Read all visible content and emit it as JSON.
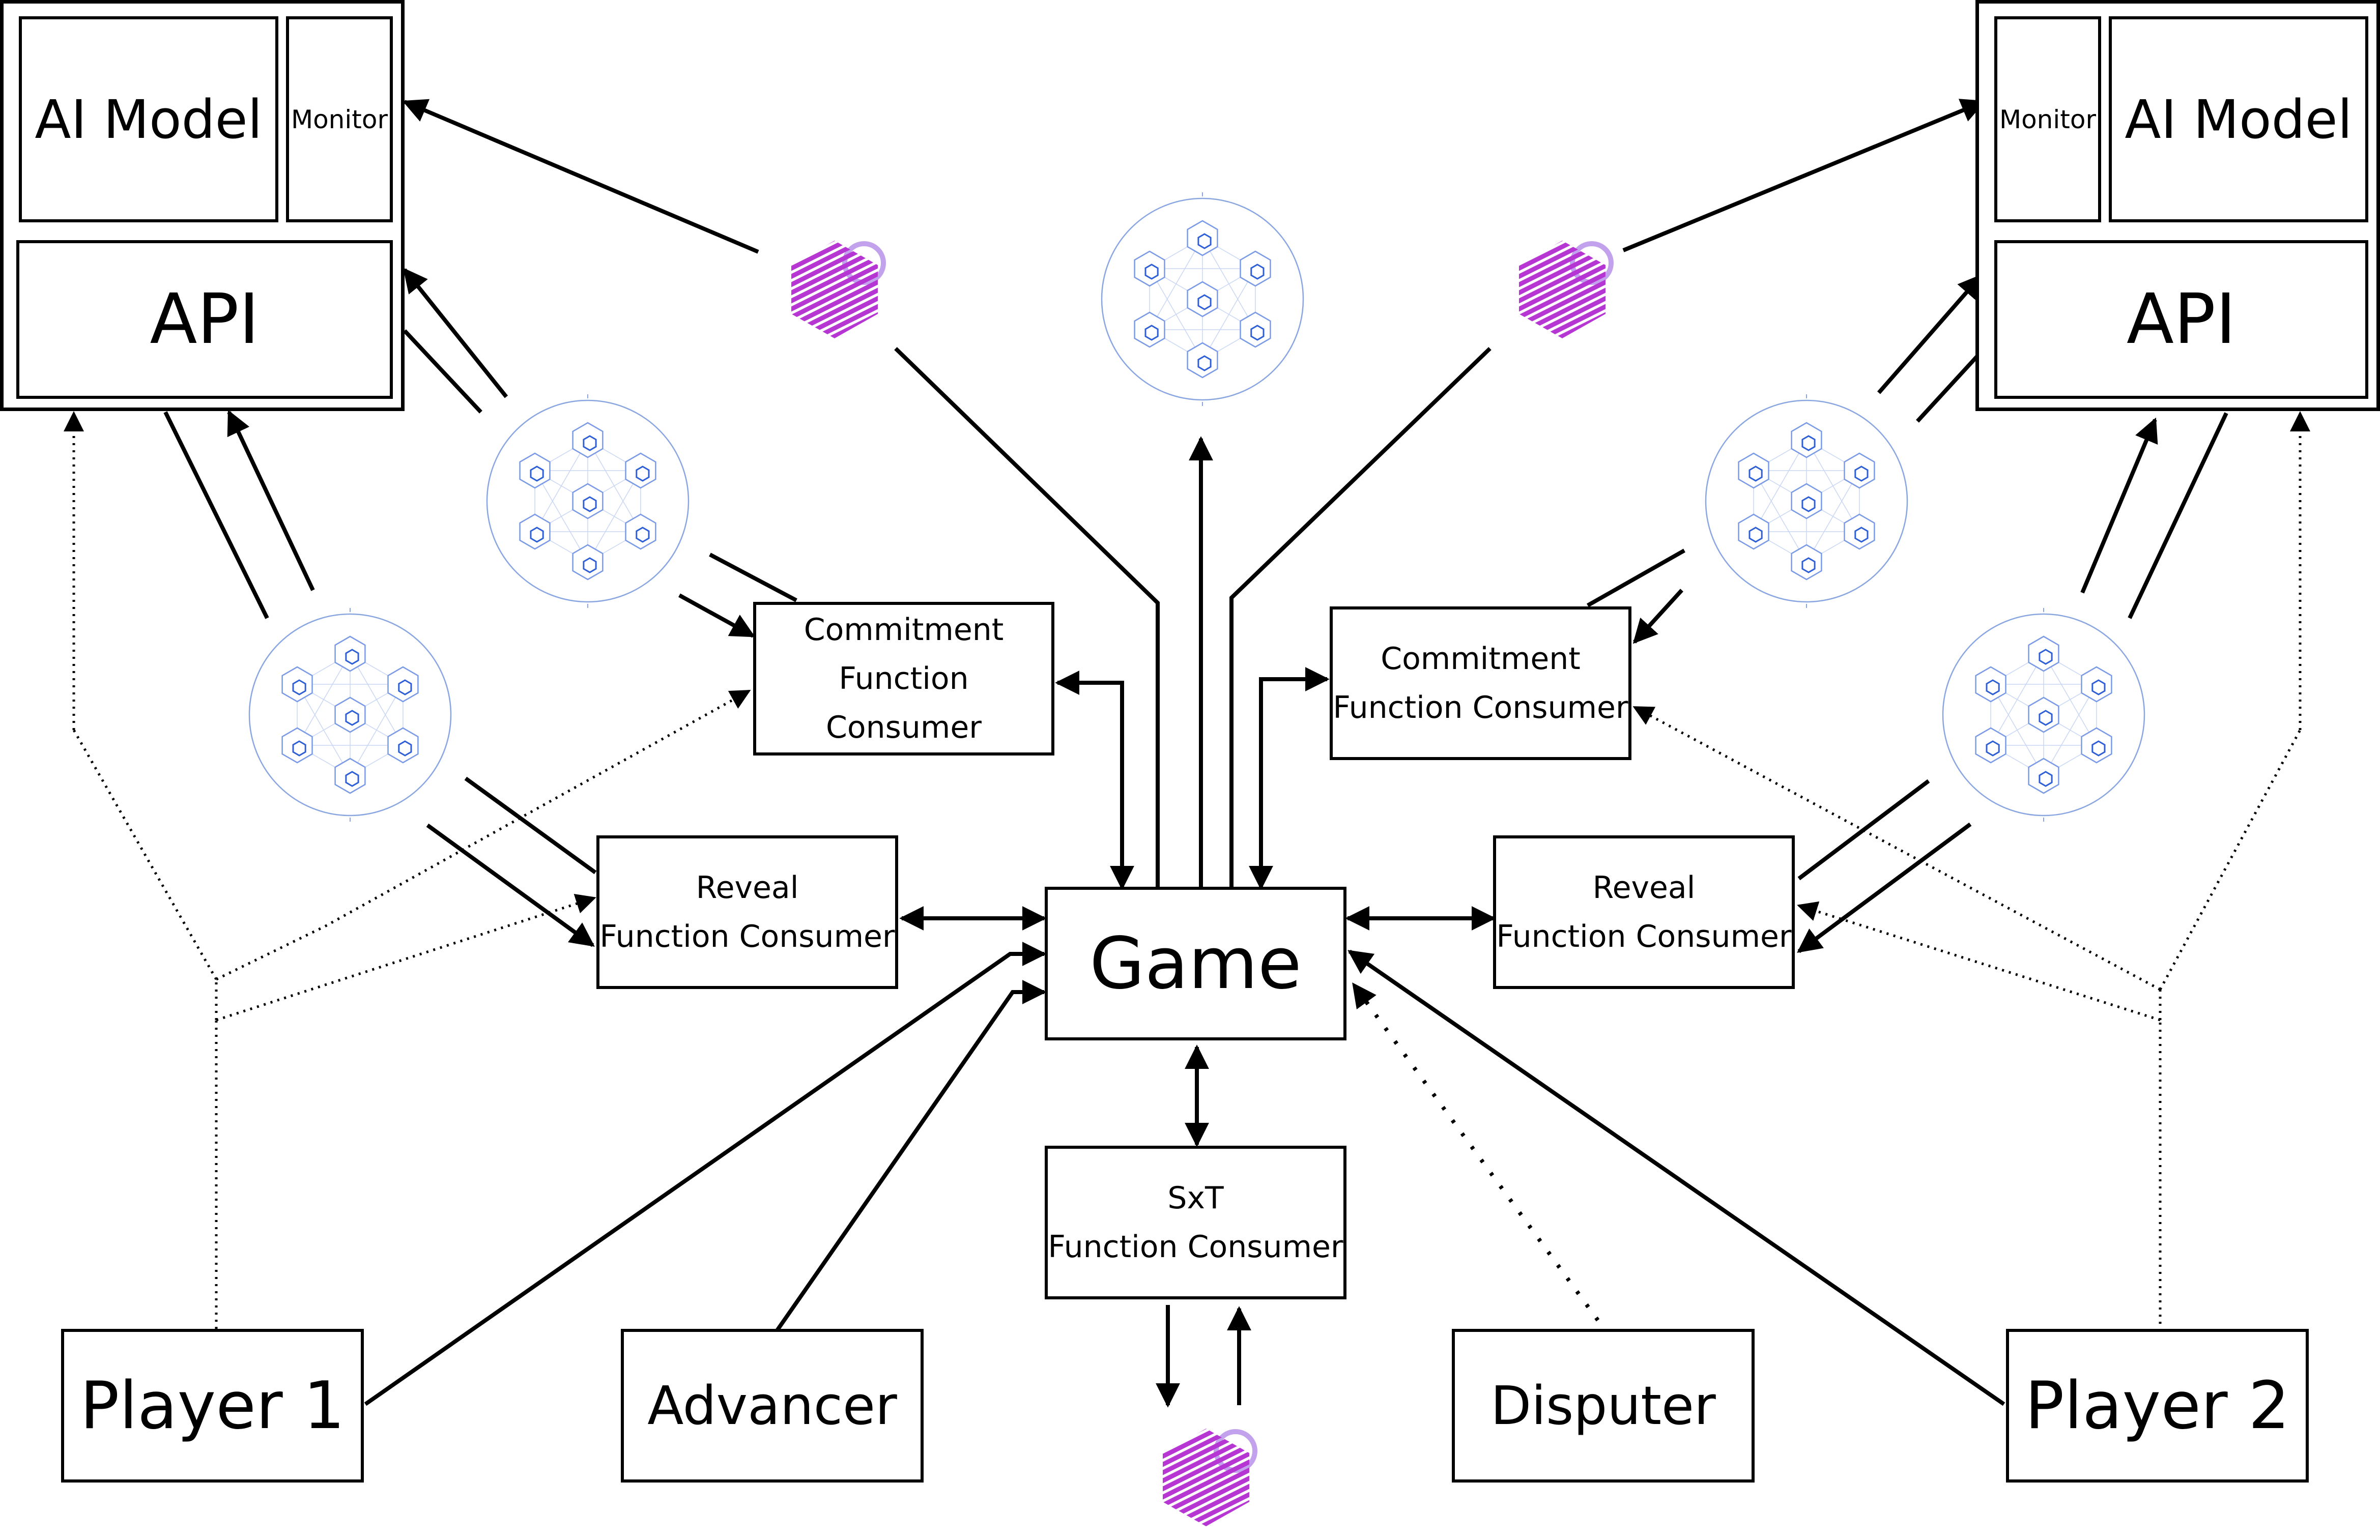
{
  "nodes": {
    "left_stack": {
      "ai_model": "AI Model",
      "monitor": "Monitor",
      "api": "API"
    },
    "right_stack": {
      "ai_model": "AI Model",
      "monitor": "Monitor",
      "api": "API"
    },
    "commitment_left": {
      "line1": "Commitment",
      "line2": "Function Consumer"
    },
    "commitment_right": {
      "line1": "Commitment",
      "line2": "Function Consumer"
    },
    "reveal_left": {
      "line1": "Reveal",
      "line2": "Function Consumer"
    },
    "reveal_right": {
      "line1": "Reveal",
      "line2": "Function Consumer"
    },
    "game": "Game",
    "sxt": {
      "line1": "SxT",
      "line2": "Function Consumer"
    },
    "player1": "Player 1",
    "player2": "Player 2",
    "advancer": "Advancer",
    "disputer": "Disputer"
  },
  "icons": {
    "network_icon": "decentralized-oracle-network-icon",
    "cube_icon": "data-cube-icon"
  },
  "colors": {
    "line": "#000000",
    "network_outline": "#8aa6e0",
    "network_hex": "#7a9ae6",
    "network_core": "#2f5fd6",
    "cube_top": "#e23dd6",
    "cube_side": "#8a2fd0",
    "cube_circle": "#b48be8"
  }
}
